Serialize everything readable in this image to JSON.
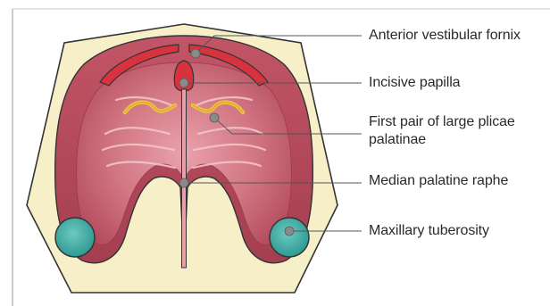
{
  "diagram": {
    "labels": {
      "anterior_vestibular_fornix": "Anterior vestibular fornix",
      "incisive_papilla": "Incisive papilla",
      "first_pair_plicae_line1": "First pair of large plicae",
      "first_pair_plicae_line2": "palatinae",
      "median_palatine_raphe": "Median palatine raphe",
      "maxillary_tuberosity": "Maxillary tuberosity"
    },
    "colors": {
      "background_plate": "#f7efc8",
      "palate_tissue": "#c95d6e",
      "palate_highlight": "#e8a4ae",
      "fornix_red": "#d8323e",
      "plicae_yellow": "#f0c040",
      "tuberosity_teal": "#3fb0a8",
      "marker_gray": "#8a8a8a",
      "leader_line": "#555555"
    }
  }
}
